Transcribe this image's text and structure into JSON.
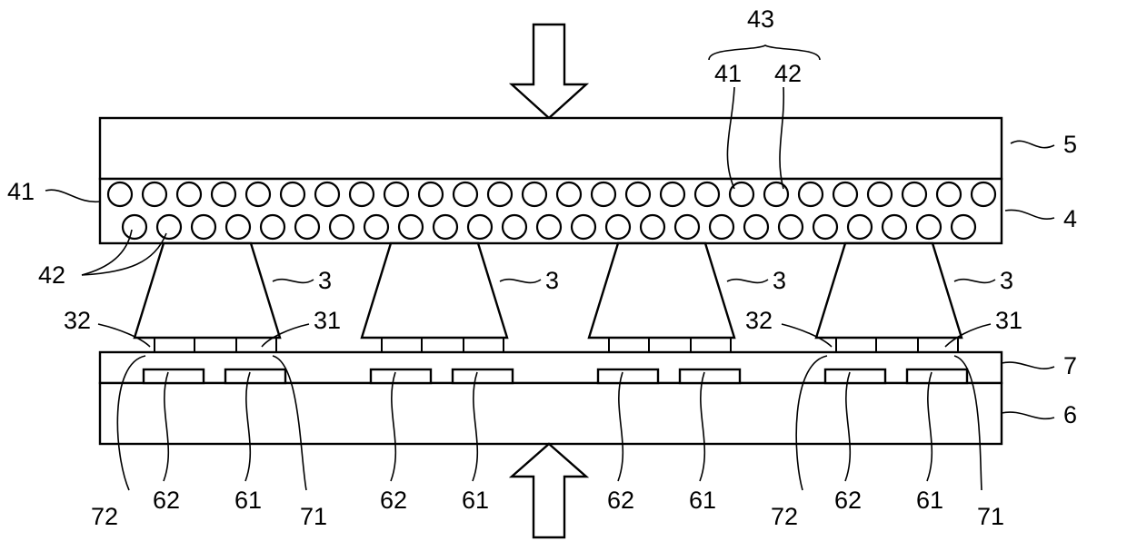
{
  "labels": {
    "adhesive_group": "43",
    "binder_top": "41",
    "particle_top": "42",
    "substrate_top": "5",
    "film": "4",
    "binder_left": "41",
    "particle_left": "42",
    "chip_1": "3",
    "chip_2": "3",
    "chip_3": "3",
    "chip_4": "3",
    "bump_32_left": "32",
    "bump_31_left": "31",
    "bump_32_right": "32",
    "bump_31_right": "31",
    "insulating_layer": "7",
    "wiring_substrate": "6",
    "bottom_labels": [
      "72",
      "62",
      "61",
      "71",
      "62",
      "61",
      "62",
      "61",
      "72",
      "62",
      "61",
      "71"
    ]
  }
}
